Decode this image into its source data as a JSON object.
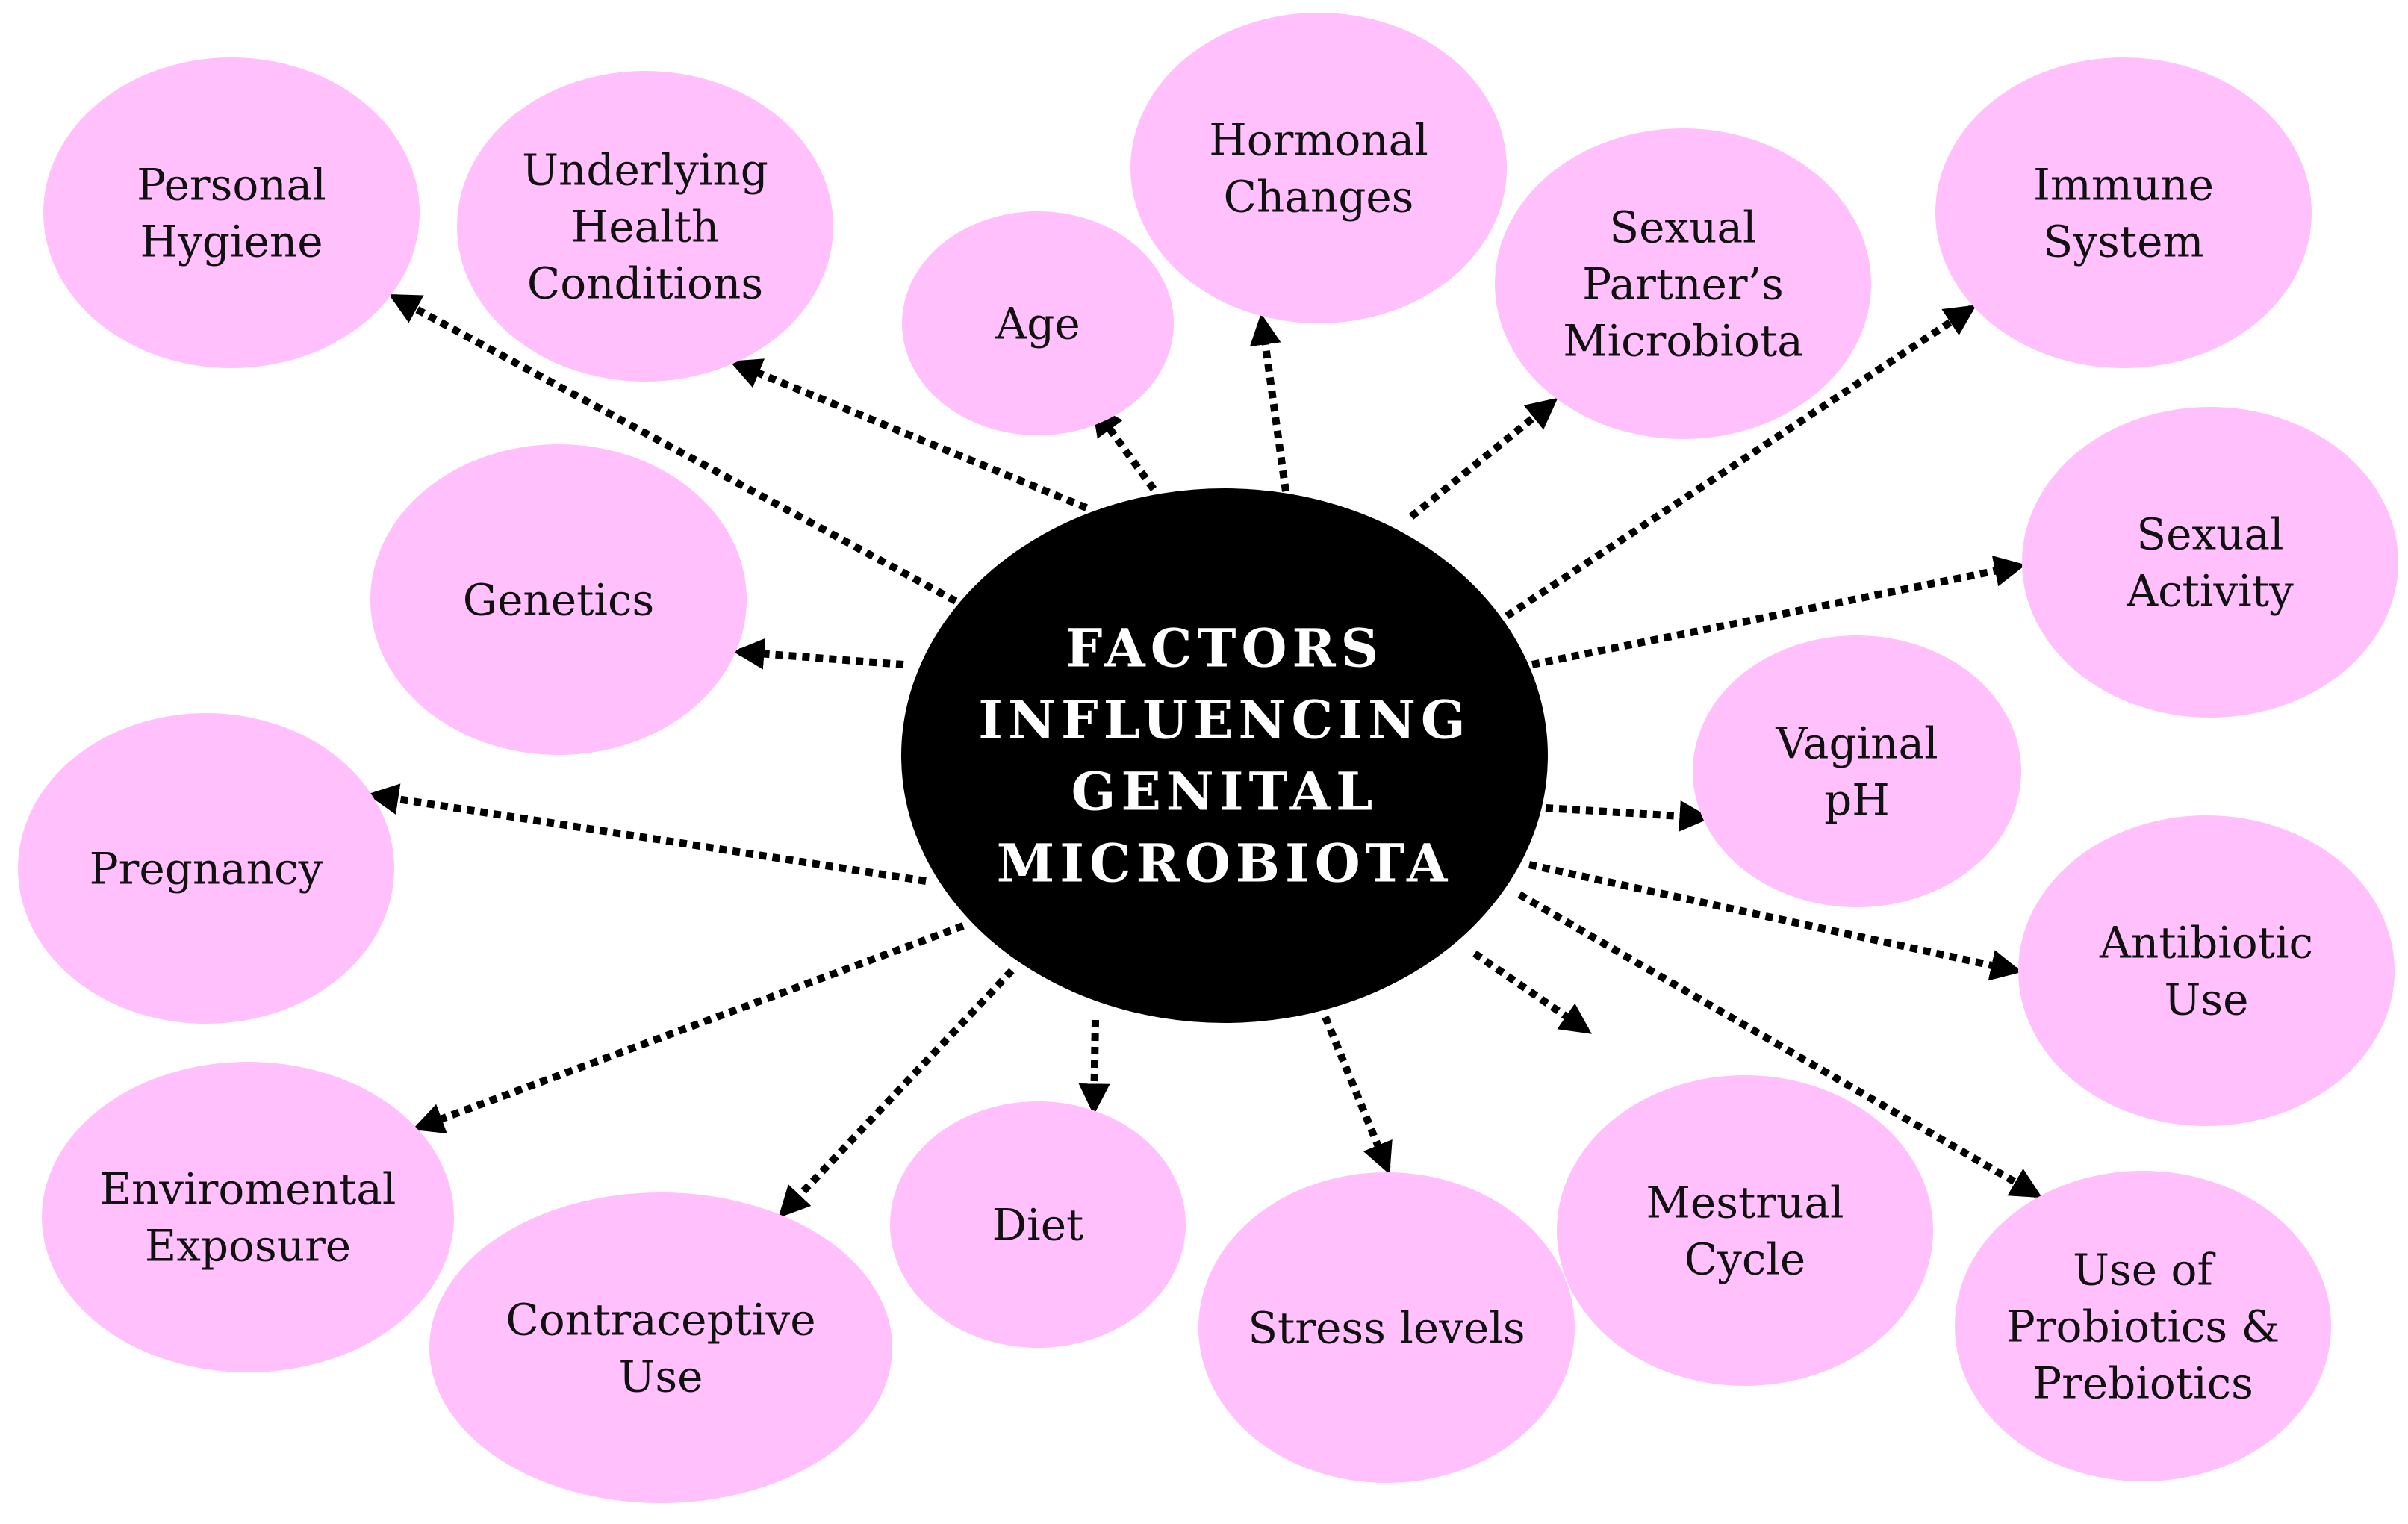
{
  "center": {
    "lines": [
      "FACTORS",
      "INFLUENCING",
      "GENITAL",
      "MICROBIOTA"
    ]
  },
  "factors": [
    {
      "id": "personal-hygiene",
      "lines": [
        "Personal",
        "Hygiene"
      ]
    },
    {
      "id": "underlying-health-conditions",
      "lines": [
        "Underlying",
        "Health",
        "Conditions"
      ]
    },
    {
      "id": "age",
      "lines": [
        "Age"
      ]
    },
    {
      "id": "hormonal-changes",
      "lines": [
        "Hormonal",
        "Changes"
      ]
    },
    {
      "id": "sexual-partners-microbiota",
      "lines": [
        "Sexual",
        "Partner’s",
        "Microbiota"
      ]
    },
    {
      "id": "immune-system",
      "lines": [
        "Immune",
        "System"
      ]
    },
    {
      "id": "genetics",
      "lines": [
        "Genetics"
      ]
    },
    {
      "id": "sexual-activity",
      "lines": [
        "Sexual",
        "Activity"
      ]
    },
    {
      "id": "vaginal-ph",
      "lines": [
        "Vaginal",
        "pH"
      ]
    },
    {
      "id": "pregnancy",
      "lines": [
        "Pregnancy"
      ]
    },
    {
      "id": "antibiotic-use",
      "lines": [
        "Antibiotic",
        "Use"
      ]
    },
    {
      "id": "enviromental-exposure",
      "lines": [
        "Enviromental",
        "Exposure"
      ]
    },
    {
      "id": "contraceptive-use",
      "lines": [
        "Contraceptive",
        "Use"
      ]
    },
    {
      "id": "diet",
      "lines": [
        "Diet"
      ]
    },
    {
      "id": "stress-levels",
      "lines": [
        "Stress levels"
      ]
    },
    {
      "id": "mestrual-cycle",
      "lines": [
        "Mestrual",
        "Cycle"
      ]
    },
    {
      "id": "use-of-probiotics-prebiotics",
      "lines": [
        "Use of",
        "Probiotics &",
        "Prebiotics"
      ]
    }
  ],
  "colors": {
    "node_fill": "#ffc0fb",
    "center_fill": "#000000",
    "center_text": "#ffffff",
    "arrow": "#000000"
  }
}
